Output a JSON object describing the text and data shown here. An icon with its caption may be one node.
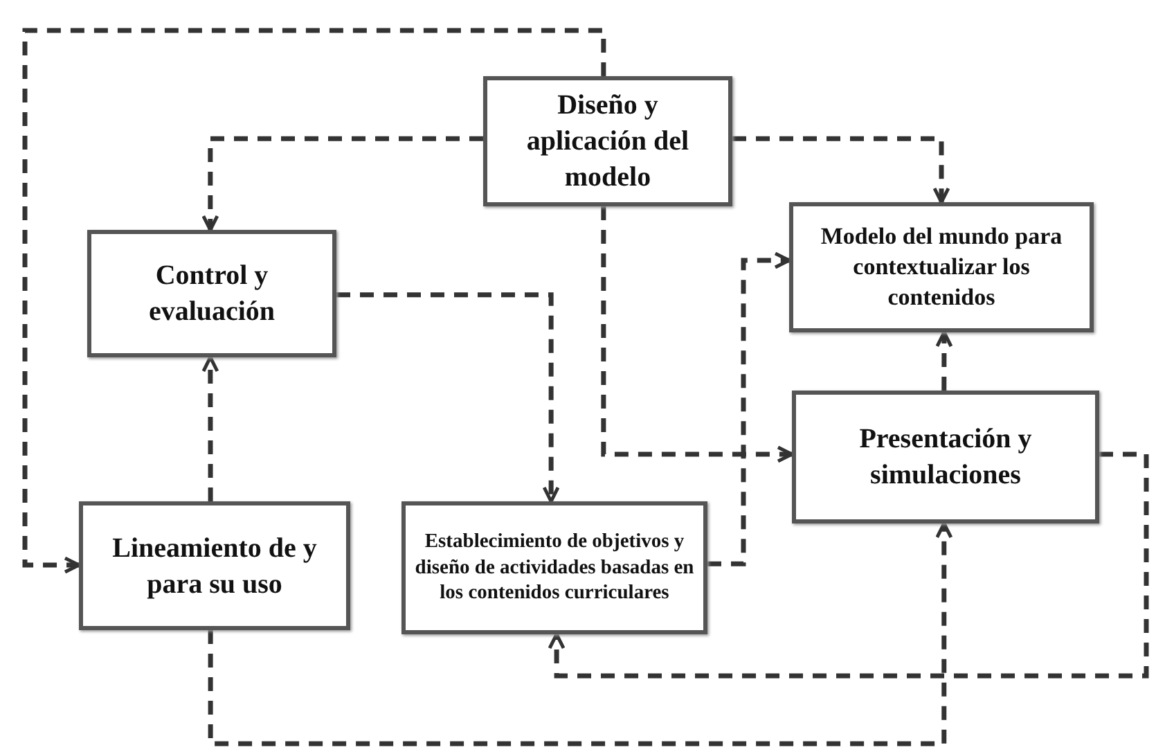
{
  "diagram": {
    "nodes": [
      {
        "text": [
          "Diseño y aplicación del modelo"
        ]
      },
      {
        "text": [
          "Modelo del mundo para contextualizar los contenidos"
        ]
      },
      {
        "text": [
          "Control y evaluación"
        ]
      },
      {
        "text": [
          "Presentación y simulaciones"
        ]
      },
      {
        "text": [
          "Lineamiento de y para su uso"
        ]
      },
      {
        "text": [
          "Establecimiento de objetivos y diseño de actividades basadas en los contenidos curriculares"
        ]
      }
    ],
    "edges": [
      {
        "from": 0,
        "to": 4,
        "arrow": "to",
        "style": "dashed"
      },
      {
        "from": 0,
        "to": 2,
        "arrow": "to",
        "style": "dashed"
      },
      {
        "from": 0,
        "to": 1,
        "arrow": "to",
        "style": "dashed"
      },
      {
        "from": 0,
        "to": 3,
        "arrow": "to",
        "style": "dashed"
      },
      {
        "from": 2,
        "to": 5,
        "arrow": "to",
        "style": "dashed"
      },
      {
        "from": 4,
        "to": 2,
        "arrow": "to",
        "style": "dashed"
      },
      {
        "from": 5,
        "to": 1,
        "arrow": "to",
        "style": "dashed"
      },
      {
        "from": 3,
        "to": 1,
        "arrow": "to",
        "style": "dashed"
      },
      {
        "from": 3,
        "to": 5,
        "arrow": "to",
        "style": "dashed"
      },
      {
        "from": 4,
        "to": 3,
        "arrow": "to",
        "style": "dashed"
      }
    ]
  }
}
